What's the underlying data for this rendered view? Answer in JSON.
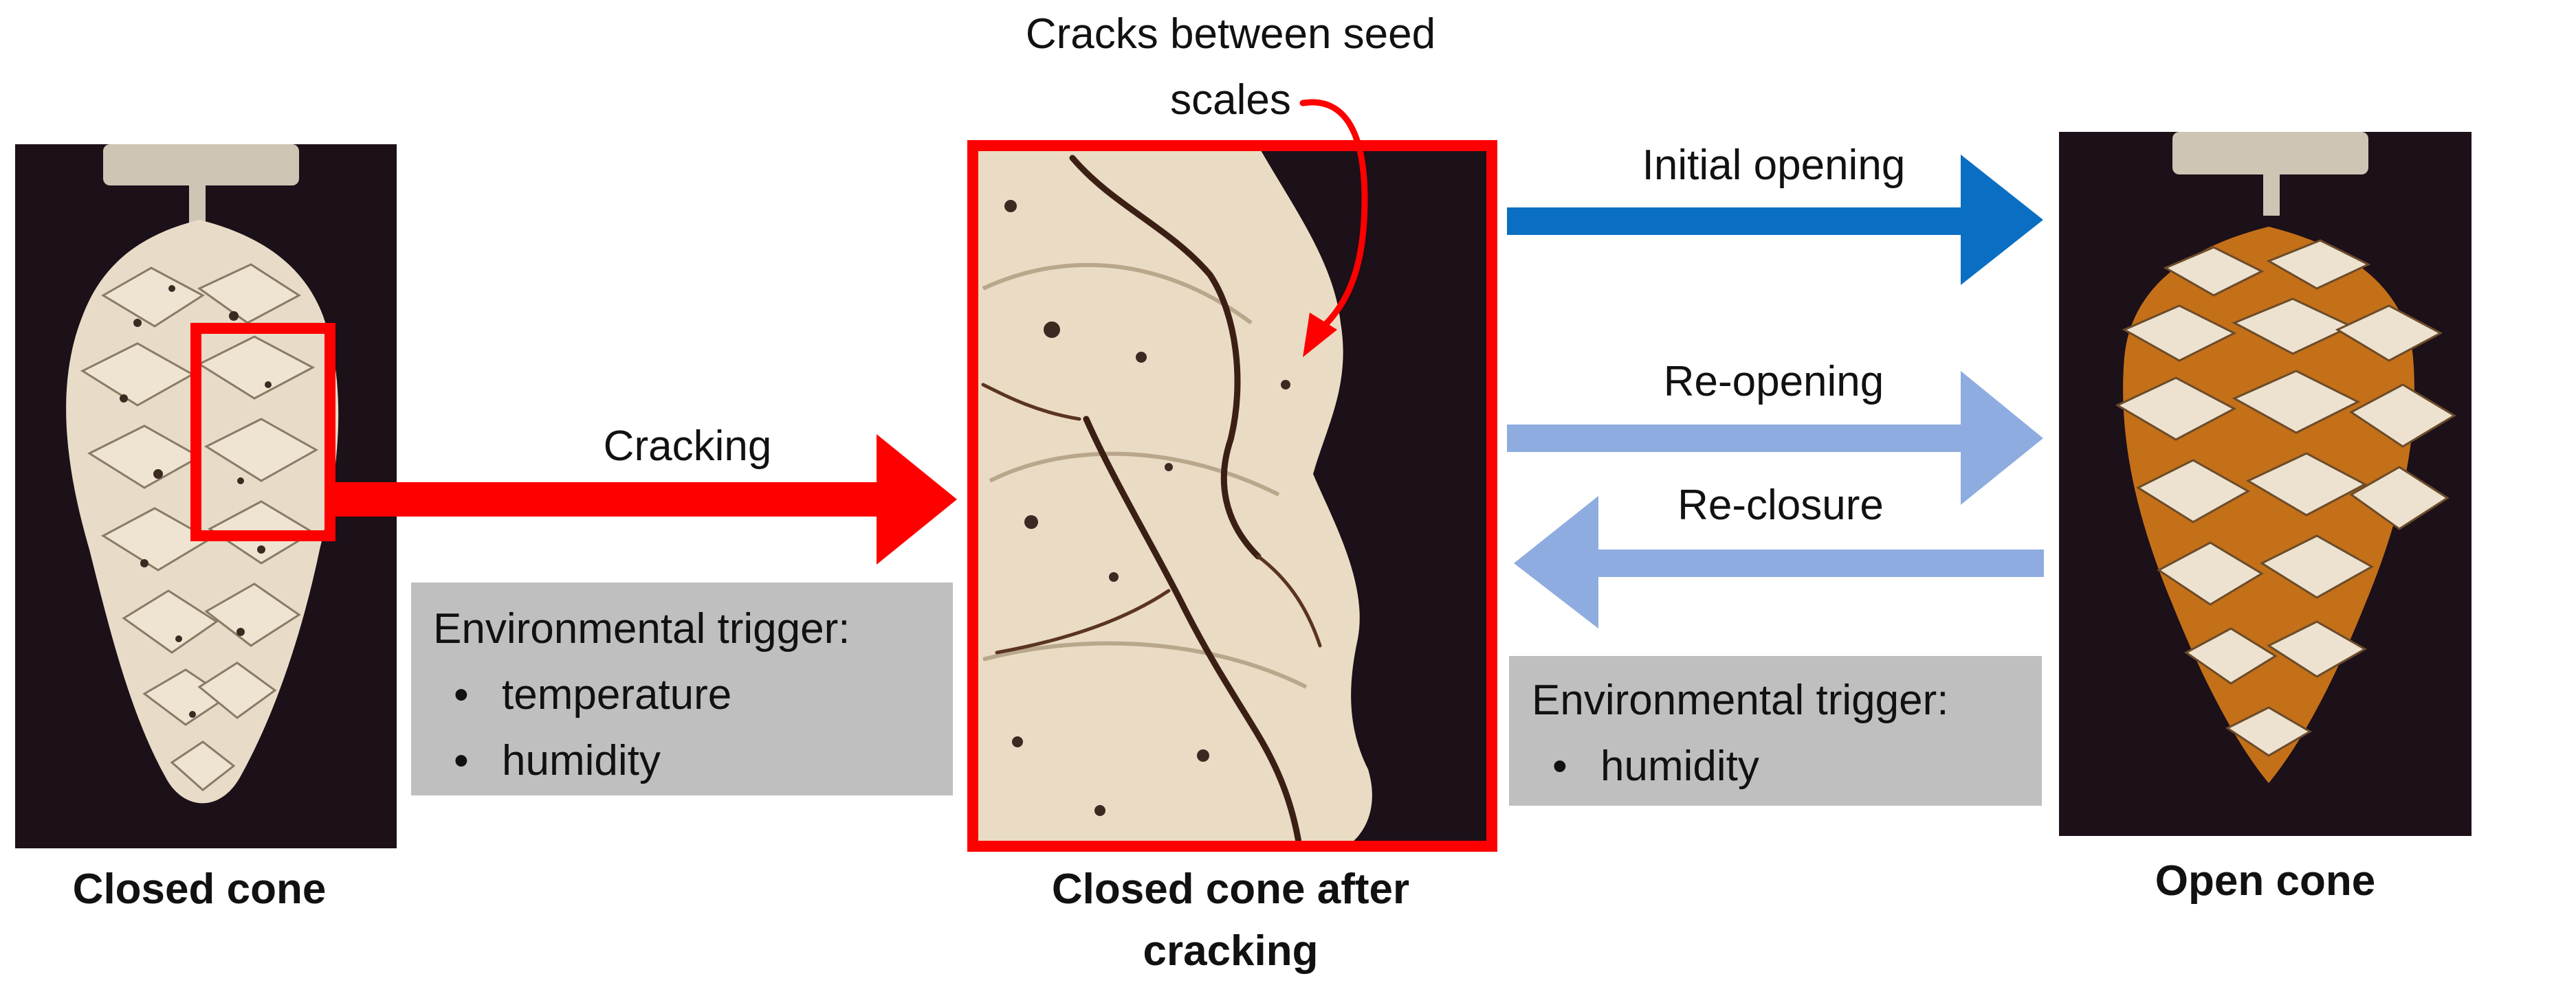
{
  "images": {
    "closed_cone": {
      "caption": "Closed cone"
    },
    "cracked_cone_zoom": {
      "caption_line1": "Closed cone after",
      "caption_line2": "cracking"
    },
    "open_cone": {
      "caption": "Open cone"
    }
  },
  "annotations": {
    "cracks_line1": "Cracks between seed",
    "cracks_line2": "scales"
  },
  "arrows": {
    "cracking": {
      "label": "Cracking",
      "color": "#ff0000"
    },
    "initial_opening": {
      "label": "Initial opening",
      "color": "#0a6fc2"
    },
    "re_opening": {
      "label": "Re-opening",
      "color": "#8eacdf"
    },
    "re_closure": {
      "label": "Re-closure",
      "color": "#8eacdf"
    }
  },
  "trigger_boxes": {
    "left": {
      "title": "Environmental trigger:",
      "bullet_symbol": "•",
      "items": [
        "temperature",
        "humidity"
      ]
    },
    "right": {
      "title": "Environmental trigger:",
      "bullet_symbol": "•",
      "items": [
        "humidity"
      ]
    }
  },
  "colors": {
    "highlight_red": "#ff0000",
    "trigger_box_grey": "#bfbfbf",
    "photo_background": "#1c1019"
  }
}
